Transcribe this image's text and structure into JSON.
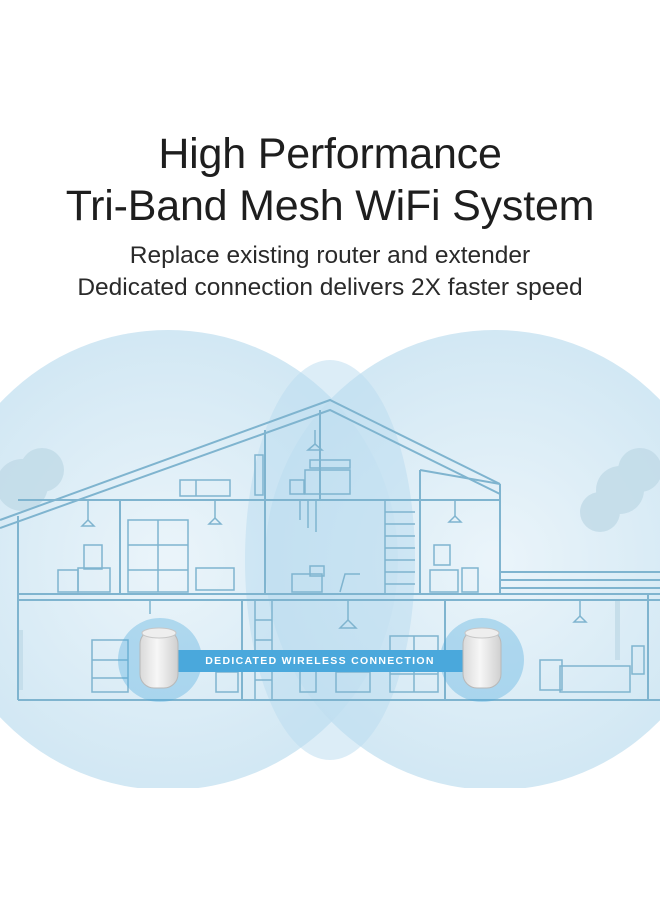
{
  "headline": {
    "line1": "High Performance",
    "line2": "Tri-Band Mesh WiFi System"
  },
  "subheadline": {
    "line1": "Replace existing router and extender",
    "line2": "Dedicated connection delivers 2X faster speed"
  },
  "illustration": {
    "connection_label": "DEDICATED WIRELESS CONNECTION",
    "coverage_color": "#cfe6f3",
    "band_color": "#4aa8dc",
    "line_color": "#7fb4cf"
  }
}
